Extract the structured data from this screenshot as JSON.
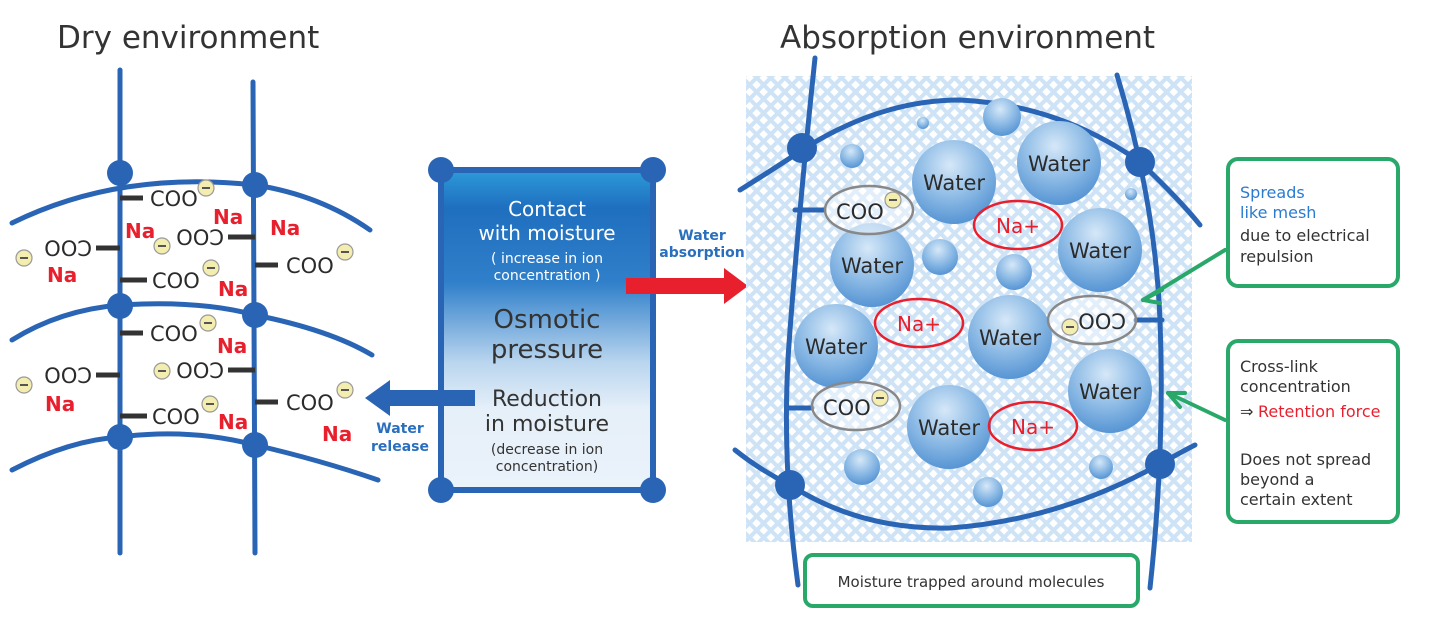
{
  "titles": {
    "dry": "Dry environment",
    "absorption": "Absorption environment"
  },
  "dry_panel": {
    "carboxylate": "COO",
    "sodium": "Na"
  },
  "center_box": {
    "top_line1": "Contact",
    "top_line2": "with moisture",
    "top_sub1": "( increase in ion",
    "top_sub2": "concentration )",
    "mid_line1": "Osmotic",
    "mid_line2": "pressure",
    "bottom_line1": "Reduction",
    "bottom_line2": "in moisture",
    "bottom_sub1": "(decrease in ion",
    "bottom_sub2": "concentration)"
  },
  "arrows": {
    "absorption_line1": "Water",
    "absorption_line2": "absorption",
    "release_line1": "Water",
    "release_line2": "release"
  },
  "absorption_panel": {
    "water": "Water",
    "sodium_ion": "Na+",
    "carboxylate": "COO",
    "caption": "Moisture trapped around molecules"
  },
  "notes": {
    "mesh": {
      "line1": "Spreads",
      "line2": "like mesh",
      "line3": "due to electrical",
      "line4": "repulsion"
    },
    "crosslink": {
      "line1": "Cross-link",
      "line2": "concentration",
      "arrow": "⇒",
      "highlight": "Retention force",
      "line3": "Does not spread",
      "line4": "beyond a",
      "line5": "certain extent"
    }
  },
  "colors": {
    "chain_blue": "#2a65b5",
    "arrow_red": "#e8202e",
    "note_green": "#2aa86a",
    "charge_yellow": "#f3edb0"
  }
}
